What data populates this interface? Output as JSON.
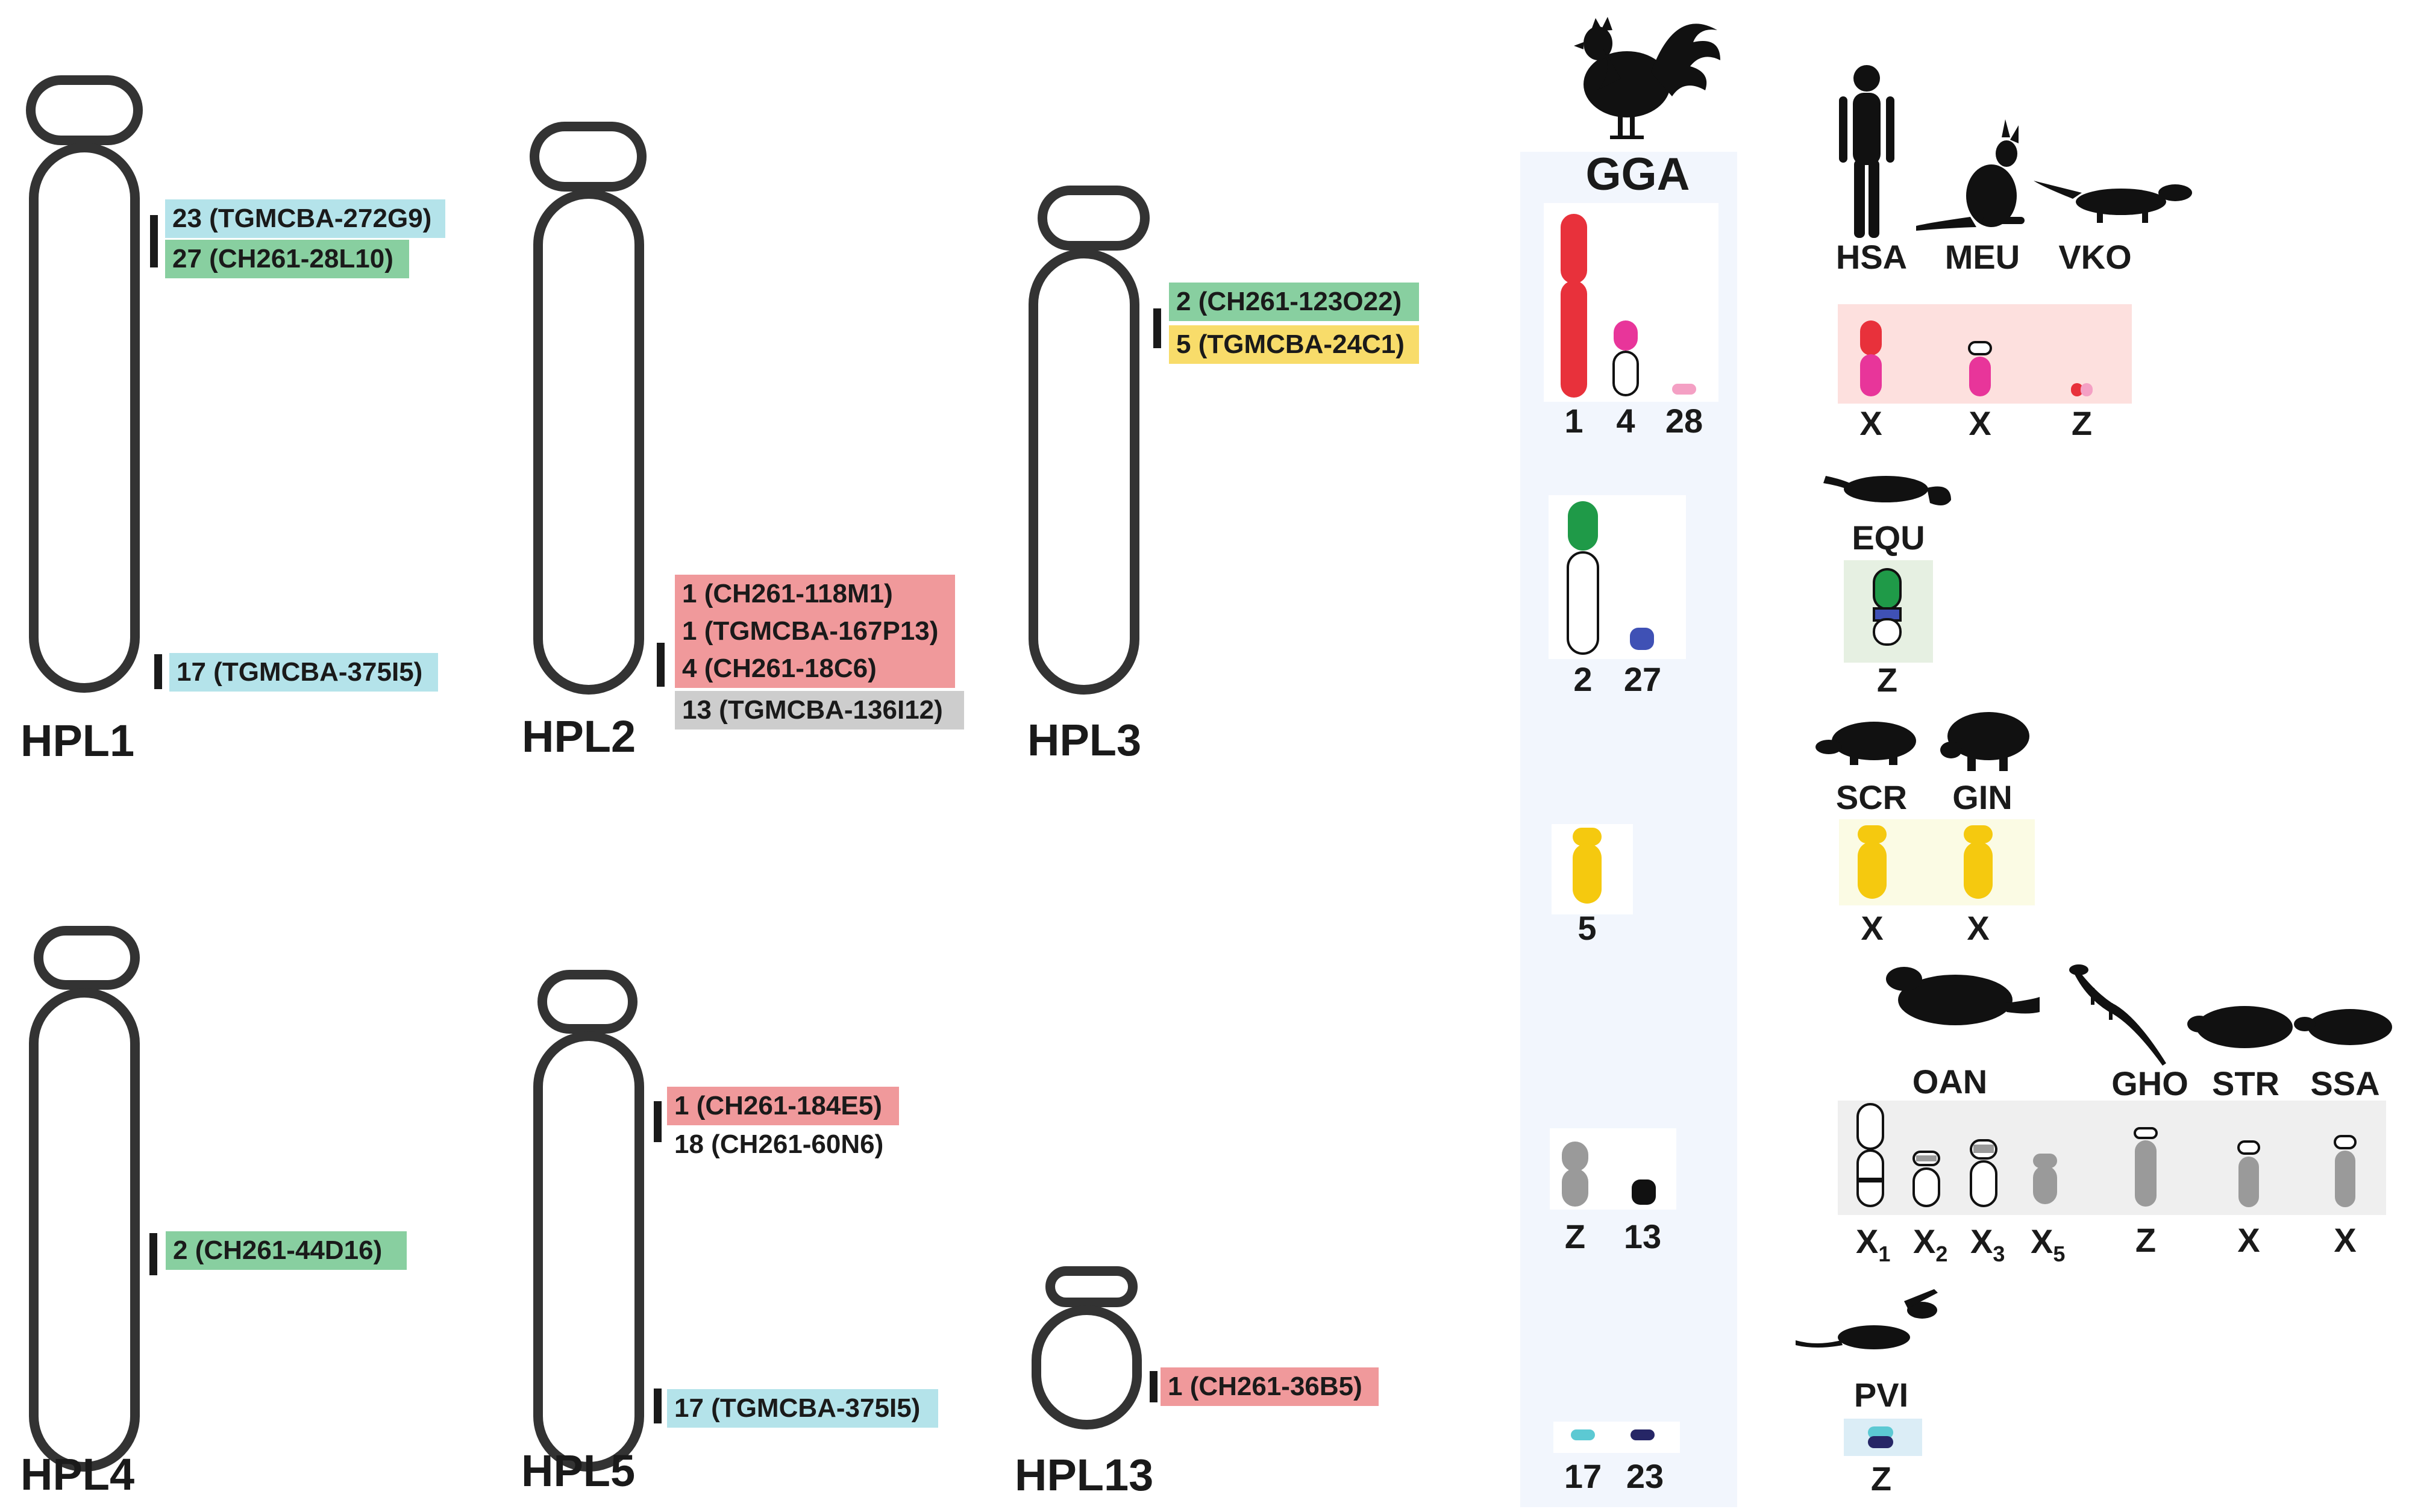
{
  "hpl_panel": {
    "chromosomes": [
      {
        "id": "hpl1",
        "name": "HPL1"
      },
      {
        "id": "hpl2",
        "name": "HPL2"
      },
      {
        "id": "hpl3",
        "name": "HPL3"
      },
      {
        "id": "hpl4",
        "name": "HPL4"
      },
      {
        "id": "hpl5",
        "name": "HPL5"
      },
      {
        "id": "hpl13",
        "name": "HPL13"
      }
    ],
    "probe_labels": [
      {
        "chrom": "HPL1",
        "text": "23 (TGMCBA-272G9)",
        "color": "#b4e3ea"
      },
      {
        "chrom": "HPL1",
        "text": "27 (CH261-28L10)",
        "color": "#88cfa0"
      },
      {
        "chrom": "HPL1",
        "text": "17 (TGMCBA-375I5)",
        "color": "#b4e3ea"
      },
      {
        "chrom": "HPL2",
        "text": "1 (CH261-118M1)",
        "color": "#f0999b"
      },
      {
        "chrom": "HPL2",
        "text": "1 (TGMCBA-167P13)",
        "color": "#f0999b"
      },
      {
        "chrom": "HPL2",
        "text": "4 (CH261-18C6)",
        "color": "#f0999b"
      },
      {
        "chrom": "HPL2",
        "text": "13 (TGMCBA-136I12)",
        "color": "#cdcdcd"
      },
      {
        "chrom": "HPL3",
        "text": "2 (CH261-123O22)",
        "color": "#88cfa0"
      },
      {
        "chrom": "HPL3",
        "text": "5 (TGMCBA-24C1)",
        "color": "#f8dc6a"
      },
      {
        "chrom": "HPL4",
        "text": "2 (CH261-44D16)",
        "color": "#88cfa0"
      },
      {
        "chrom": "HPL5",
        "text": "1 (CH261-184E5)",
        "color": "#f0999b"
      },
      {
        "chrom": "HPL5",
        "text": "18 (CH261-60N6)",
        "color": "#ffffff"
      },
      {
        "chrom": "HPL5",
        "text": "17 (TGMCBA-375I5)",
        "color": "#b4e3ea"
      },
      {
        "chrom": "HPL13",
        "text": "1 (CH261-36B5)",
        "color": "#f0999b"
      }
    ]
  },
  "gga_panel": {
    "header": "GGA",
    "icon": "chicken-silhouette-icon",
    "chromosome_labels": [
      "1",
      "4",
      "28",
      "2",
      "27",
      "5",
      "Z",
      "13",
      "17",
      "23"
    ]
  },
  "species_panel": {
    "species": [
      {
        "code": "HSA",
        "icon": "human-silhouette-icon",
        "label": "X"
      },
      {
        "code": "MEU",
        "icon": "wallaby-silhouette-icon",
        "label": "X"
      },
      {
        "code": "VKO",
        "icon": "komodo-dragon-silhouette-icon",
        "label": "Z"
      },
      {
        "code": "EQU",
        "icon": "softshell-turtle-silhouette-icon",
        "label": "Z"
      },
      {
        "code": "SCR",
        "icon": "turtle-silhouette-icon",
        "label": "X"
      },
      {
        "code": "GIN",
        "icon": "tortoise-silhouette-icon",
        "label": "X"
      },
      {
        "code": "OAN",
        "icon": "platypus-silhouette-icon",
        "label": ""
      },
      {
        "code": "GHO",
        "icon": "gecko-silhouette-icon",
        "label": "Z"
      },
      {
        "code": "STR",
        "icon": "mud-turtle-silhouette-icon",
        "label": "X"
      },
      {
        "code": "SSA",
        "icon": "musk-turtle-silhouette-icon",
        "label": "X"
      },
      {
        "code": "PVI",
        "icon": "bearded-dragon-silhouette-icon",
        "label": "Z"
      }
    ],
    "oan_x_labels": [
      {
        "base": "X",
        "sub": "1"
      },
      {
        "base": "X",
        "sub": "2"
      },
      {
        "base": "X",
        "sub": "3"
      },
      {
        "base": "X",
        "sub": "5"
      }
    ]
  },
  "colors": {
    "red": "#e8313b",
    "magenta": "#e8359a",
    "pink": "#f4a0c4",
    "green": "#1f9a48",
    "blue": "#3f51b5",
    "yellow": "#f5c90f",
    "gray": "#9a9a9a",
    "cyan": "#5cc9d3",
    "navy": "#262666",
    "outline": "#333333"
  }
}
